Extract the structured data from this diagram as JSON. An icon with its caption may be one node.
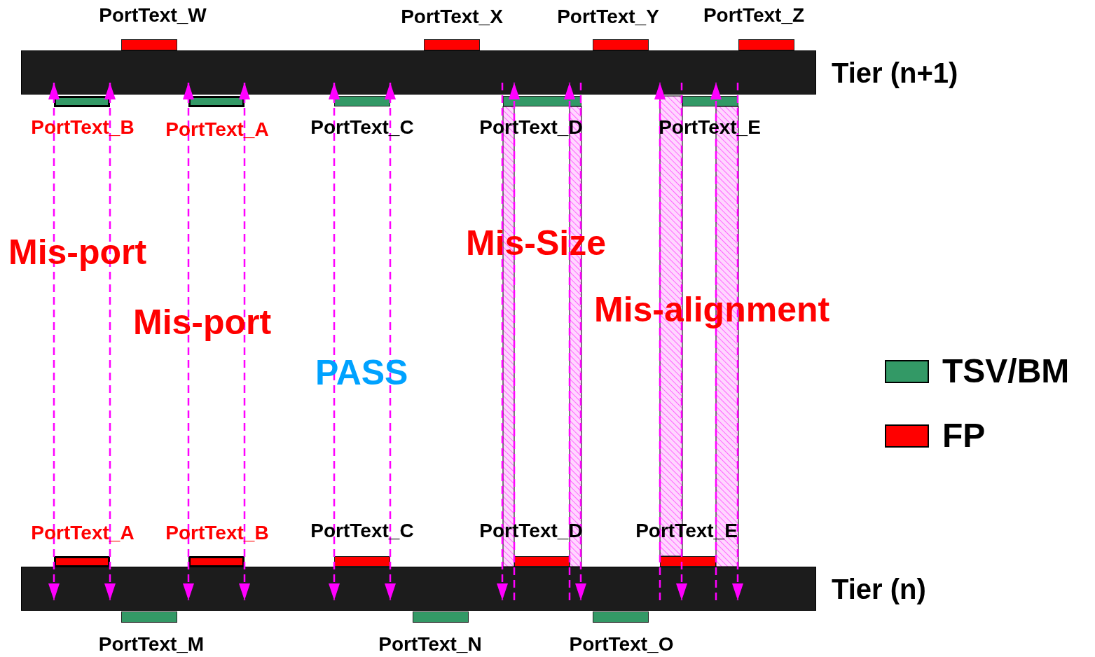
{
  "diagram": {
    "nodes": [
      {
        "text": [
          "PortText_W"
        ]
      },
      {
        "text": [
          "PortText_X"
        ]
      },
      {
        "text": [
          "PortText_Y"
        ]
      },
      {
        "text": [
          "PortText_Z"
        ]
      },
      {
        "text": [],
        "shape": "bar",
        "beside": [
          "Tier (n+1)"
        ]
      },
      {
        "text": [
          "PortText_B"
        ]
      },
      {
        "text": [
          "PortText_A"
        ]
      },
      {
        "text": [
          "PortText_C"
        ]
      },
      {
        "text": [
          "PortText_D"
        ]
      },
      {
        "text": [
          "PortText_E"
        ]
      },
      {
        "text": [
          "PortText_A"
        ]
      },
      {
        "text": [
          "PortText_B"
        ]
      },
      {
        "text": [
          "PortText_C"
        ]
      },
      {
        "text": [
          "PortText_D"
        ]
      },
      {
        "text": [
          "PortText_E"
        ]
      },
      {
        "text": [],
        "shape": "bar",
        "beside": [
          "Tier (n)"
        ]
      },
      {
        "text": [
          "PortText_M"
        ]
      },
      {
        "text": [
          "PortText_N"
        ]
      },
      {
        "text": [
          "PortText_O"
        ]
      },
      {
        "text": [],
        "shape": "band"
      },
      {
        "text": [],
        "shape": "band"
      },
      {
        "text": [],
        "shape": "band"
      },
      {
        "text": [],
        "shape": "band"
      }
    ],
    "edges": [
      {
        "from": 4,
        "to": 15,
        "arrow": "both",
        "style": "dashed",
        "color": "#ff00ff"
      },
      {
        "from": 4,
        "to": 15,
        "arrow": "both",
        "style": "dashed",
        "color": "#ff00ff"
      },
      {
        "from": 4,
        "to": 15,
        "arrow": "both",
        "style": "dashed",
        "color": "#ff00ff"
      },
      {
        "from": 4,
        "to": 15,
        "arrow": "both",
        "style": "dashed",
        "color": "#ff00ff"
      },
      {
        "from": 4,
        "to": 15,
        "arrow": "both",
        "style": "dashed",
        "color": "#ff00ff"
      },
      {
        "from": 4,
        "to": 15,
        "arrow": "both",
        "style": "dashed",
        "color": "#ff00ff"
      },
      {
        "from": 4,
        "to": 15,
        "arrow": "to",
        "style": "dashed",
        "color": "#ff00ff"
      },
      {
        "from": 15,
        "to": 4,
        "arrow": "to",
        "style": "dashed",
        "color": "#ff00ff"
      },
      {
        "from": 15,
        "to": 4,
        "arrow": "to",
        "style": "dashed",
        "color": "#ff00ff"
      },
      {
        "from": 4,
        "to": 15,
        "arrow": "to",
        "style": "dashed",
        "color": "#ff00ff"
      },
      {
        "from": 15,
        "to": 4,
        "arrow": "to",
        "style": "dashed",
        "color": "#ff00ff"
      },
      {
        "from": 4,
        "to": 15,
        "arrow": "to",
        "style": "dashed",
        "color": "#ff00ff"
      },
      {
        "from": 15,
        "to": 4,
        "arrow": "to",
        "style": "dashed",
        "color": "#ff00ff"
      },
      {
        "from": 4,
        "to": 15,
        "arrow": "to",
        "style": "dashed",
        "color": "#ff00ff"
      }
    ],
    "labels": [
      "Mis-port",
      "Mis-port",
      "PASS",
      "Mis-Size",
      "Mis-alignment"
    ],
    "legend": [
      {
        "text": "TSV/BM",
        "color": "#339966"
      },
      {
        "text": "FP",
        "color": "#ff0000"
      }
    ]
  }
}
